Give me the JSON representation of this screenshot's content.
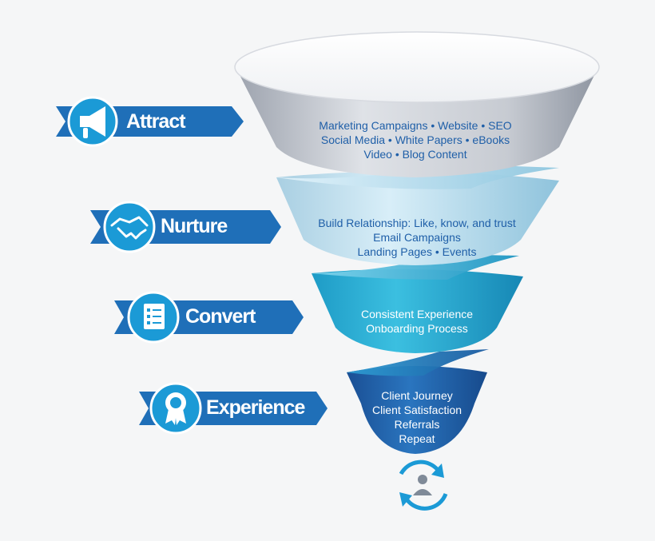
{
  "stages": [
    {
      "label": "Attract",
      "icon": "megaphone-icon",
      "lines": [
        "Marketing Campaigns • Website • SEO",
        "Social Media • White Papers • eBooks",
        "Video • Blog Content"
      ]
    },
    {
      "label": "Nurture",
      "icon": "handshake-icon",
      "lines": [
        "Build Relationship: Like, know, and trust",
        "Email Campaigns",
        "Landing Pages • Events"
      ]
    },
    {
      "label": "Convert",
      "icon": "checklist-icon",
      "lines": [
        "Consistent Experience",
        "Onboarding Process"
      ]
    },
    {
      "label": "Experience",
      "icon": "award-ribbon-icon",
      "lines": [
        "Client Journey",
        "Client Satisfaction",
        "Referrals",
        "Repeat"
      ]
    }
  ],
  "bottom_icon": "user-refresh-icon",
  "colors": {
    "label_blue": "#1f6fb8",
    "circle_blue": "#1b9ad6",
    "tier1": "#c9ccd4",
    "tier2": "#b7dcee",
    "tier3": "#23a8cf",
    "tier4": "#1e64ad",
    "text_dark_blue": "#1f5fa8",
    "text_white": "#ffffff"
  }
}
